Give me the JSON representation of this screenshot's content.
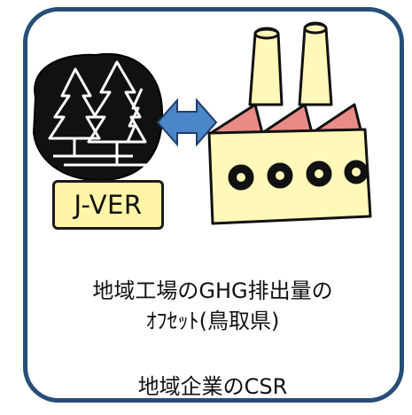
{
  "badge": {
    "label": "J-VER"
  },
  "caption": {
    "line1": "地域工場のGHG排出量の",
    "line2": "ｵﾌｾｯﾄ(鳥取県)",
    "line3": "地域企業のCSR"
  },
  "icons": [
    "forest-icon",
    "double-arrow-icon",
    "factory-icon"
  ],
  "colors": {
    "border": "#264e78",
    "badge_fill": "#fff5a6",
    "arrow_fill": "#4a86c8",
    "roof_fill": "#e98b86",
    "factory_fill": "#fff8b8"
  }
}
